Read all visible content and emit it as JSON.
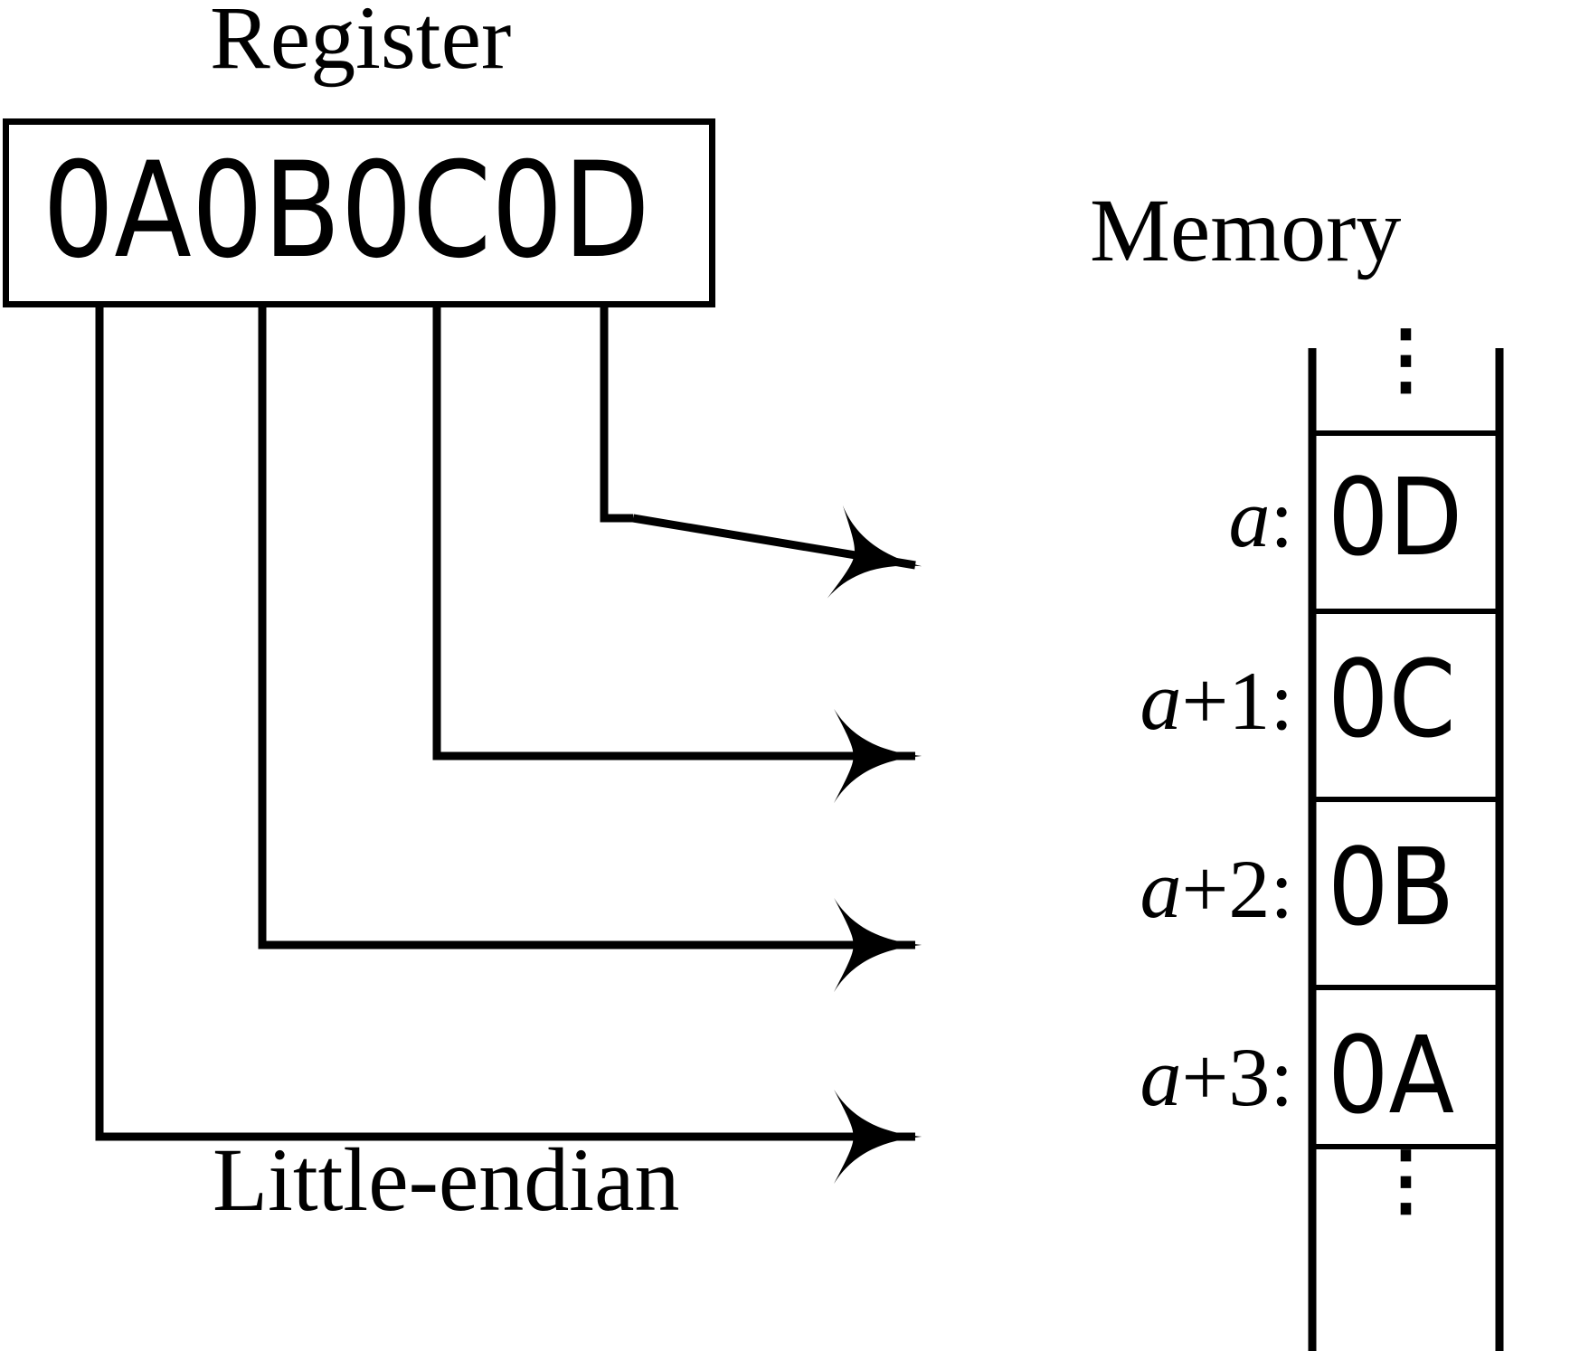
{
  "diagram": {
    "kind": "endianness-illustration",
    "caption": "Little-endian",
    "register": {
      "title": "Register",
      "value": "0A0B0C0D",
      "bytes": [
        "0A",
        "0B",
        "0C",
        "0D"
      ]
    },
    "memory": {
      "title": "Memory",
      "top_ellipsis": "⋮",
      "bottom_ellipsis": "⋮",
      "rows": [
        {
          "address": "a",
          "address_base": "a",
          "address_offset": "",
          "value": "0D"
        },
        {
          "address": "a+1",
          "address_base": "a",
          "address_offset": "+1",
          "value": "0C"
        },
        {
          "address": "a+2",
          "address_base": "a",
          "address_offset": "+2",
          "value": "0B"
        },
        {
          "address": "a+3",
          "address_base": "a",
          "address_offset": "+3",
          "value": "0A"
        }
      ]
    },
    "mapping": [
      {
        "from_byte": "0D",
        "from_index": 3,
        "to_address": "a"
      },
      {
        "from_byte": "0C",
        "from_index": 2,
        "to_address": "a+1"
      },
      {
        "from_byte": "0B",
        "from_index": 1,
        "to_address": "a+2"
      },
      {
        "from_byte": "0A",
        "from_index": 0,
        "to_address": "a+3"
      }
    ],
    "colors": {
      "stroke": "#000000",
      "background": "#ffffff",
      "text": "#000000"
    }
  }
}
